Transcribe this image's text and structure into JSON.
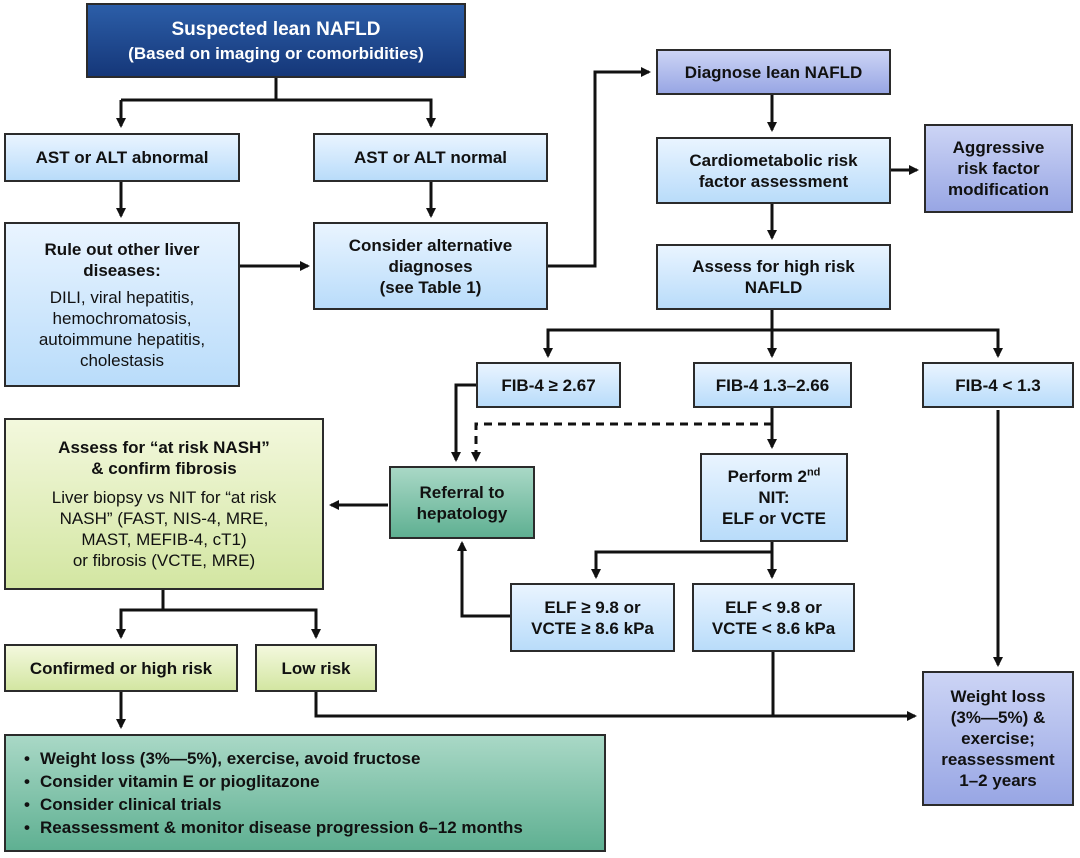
{
  "nodes": {
    "suspected": {
      "title": "Suspected lean NAFLD",
      "subtitle": "(Based on imaging or comorbidities)"
    },
    "ast_abnormal": "AST or ALT abnormal",
    "ast_normal": "AST or ALT normal",
    "rule_out": {
      "title": "Rule out other liver diseases:",
      "lines": [
        "DILI, viral hepatitis,",
        "hemochromatosis,",
        "autoimmune hepatitis,",
        "cholestasis"
      ]
    },
    "consider_alt": [
      "Consider alternative",
      "diagnoses",
      "(see Table 1)"
    ],
    "diagnose": "Diagnose lean NAFLD",
    "cardio": [
      "Cardiometabolic risk",
      "factor assessment"
    ],
    "aggressive": [
      "Aggressive",
      "risk factor",
      "modification"
    ],
    "assess_high": [
      "Assess for high risk",
      "NAFLD"
    ],
    "fib_high": "FIB-4 ≥ 2.67",
    "fib_mid": "FIB-4 1.3–2.66",
    "fib_low": "FIB-4 < 1.3",
    "at_risk": {
      "title": [
        "Assess for “at risk NASH”",
        "& confirm fibrosis"
      ],
      "lines": [
        "Liver biopsy vs NIT for “at risk",
        "NASH” (FAST, NIS-4, MRE,",
        "MAST, MEFIB-4, cT1)",
        "or fibrosis (VCTE, MRE)"
      ]
    },
    "referral": [
      "Referral to",
      "hepatology"
    ],
    "perform_nit": {
      "line1": "Perform 2",
      "sup": "nd",
      "line2": "NIT:",
      "line3": "ELF or VCTE"
    },
    "elf_high": [
      "ELF ≥ 9.8 or",
      "VCTE ≥ 8.6 kPa"
    ],
    "elf_low": [
      "ELF < 9.8 or",
      "VCTE < 8.6 kPa"
    ],
    "confirmed": "Confirmed or high risk",
    "low_risk": "Low risk",
    "weight_loss": [
      "Weight loss",
      "(3%—5%) &",
      "exercise;",
      "reassessment",
      "1–2 years"
    ],
    "treatment": [
      "Weight loss (3%—5%), exercise, avoid fructose",
      "Consider vitamin E or pioglitazone",
      "Consider clinical trials",
      "Reassessment & monitor disease progression 6–12 months"
    ]
  },
  "colors": {
    "blue_box": "#b9dcfa",
    "navy_box": "#153779",
    "violet_box": "#98a6e4",
    "lime_box": "#d3e6a2",
    "teal_box": "#5fb092",
    "line": "#111111"
  }
}
